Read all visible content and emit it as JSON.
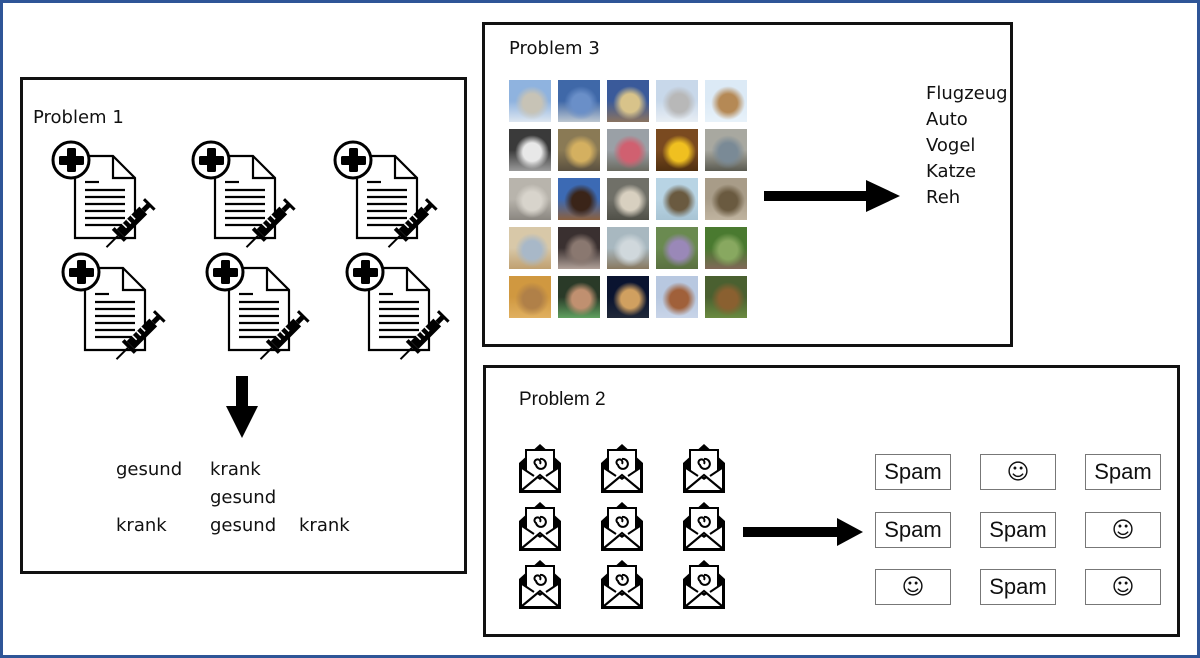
{
  "colors": {
    "frame_border": "#2f5597",
    "box_border": "#111111",
    "result_border": "#777777",
    "icon": "#000000"
  },
  "problem1": {
    "title": "Problem 1",
    "icon": "medical-record-with-syringe-icon",
    "record_count": 6,
    "outcome_labels": [
      {
        "text": "gesund",
        "row": 1,
        "col": 1
      },
      {
        "text": "krank",
        "row": 1,
        "col": 2
      },
      {
        "text": "gesund",
        "row": 2,
        "col": 2
      },
      {
        "text": "krank",
        "row": 3,
        "col": 1
      },
      {
        "text": "gesund",
        "row": 3,
        "col": 2
      },
      {
        "text": "krank",
        "row": 3,
        "col": 3
      }
    ],
    "arrow": "down-arrow-icon"
  },
  "problem3": {
    "title": "Problem 3",
    "image_grid": [
      [
        "airplane",
        "airplane",
        "airplane",
        "airplane",
        "airplane"
      ],
      [
        "automobile",
        "automobile",
        "automobile",
        "automobile",
        "automobile"
      ],
      [
        "bird",
        "bird",
        "bird",
        "bird",
        "bird"
      ],
      [
        "cat",
        "cat",
        "cat",
        "cat",
        "cat"
      ],
      [
        "deer",
        "deer",
        "deer",
        "deer",
        "deer"
      ]
    ],
    "arrow": "right-arrow-icon",
    "classes": [
      "Flugzeug",
      "Auto",
      "Vogel",
      "Katze",
      "Reh"
    ]
  },
  "problem2": {
    "title": "Problem 2",
    "icon": "open-envelope-email-icon",
    "email_count": 9,
    "arrow": "right-arrow-icon",
    "results": [
      [
        "Spam",
        "☺",
        "Spam"
      ],
      [
        "Spam",
        "Spam",
        "☺"
      ],
      [
        "☺",
        "Spam",
        "☺"
      ]
    ]
  }
}
